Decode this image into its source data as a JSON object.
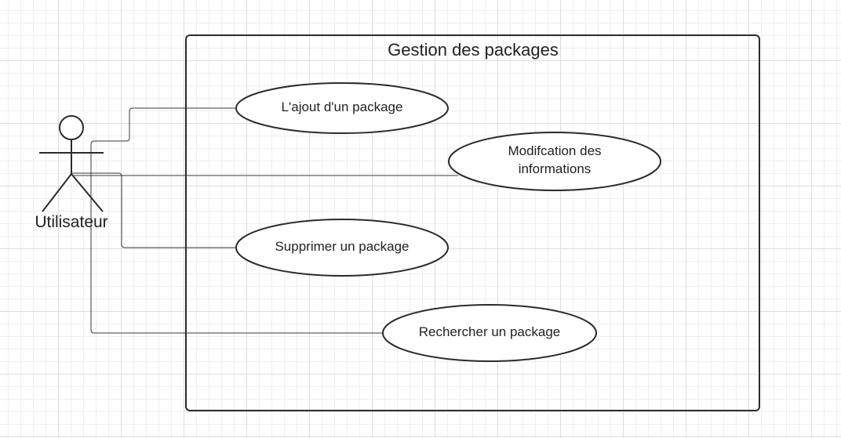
{
  "system": {
    "title": "Gestion des packages"
  },
  "actor": {
    "name": "Utilisateur"
  },
  "use_cases": [
    {
      "lines": [
        "L'ajout d'un package"
      ]
    },
    {
      "lines": [
        "Modifcation des",
        "informations"
      ]
    },
    {
      "lines": [
        "Supprimer un package"
      ]
    },
    {
      "lines": [
        "Rechercher un package"
      ]
    }
  ],
  "colors": {
    "stroke": "#2b2b2b",
    "text": "#222222"
  }
}
